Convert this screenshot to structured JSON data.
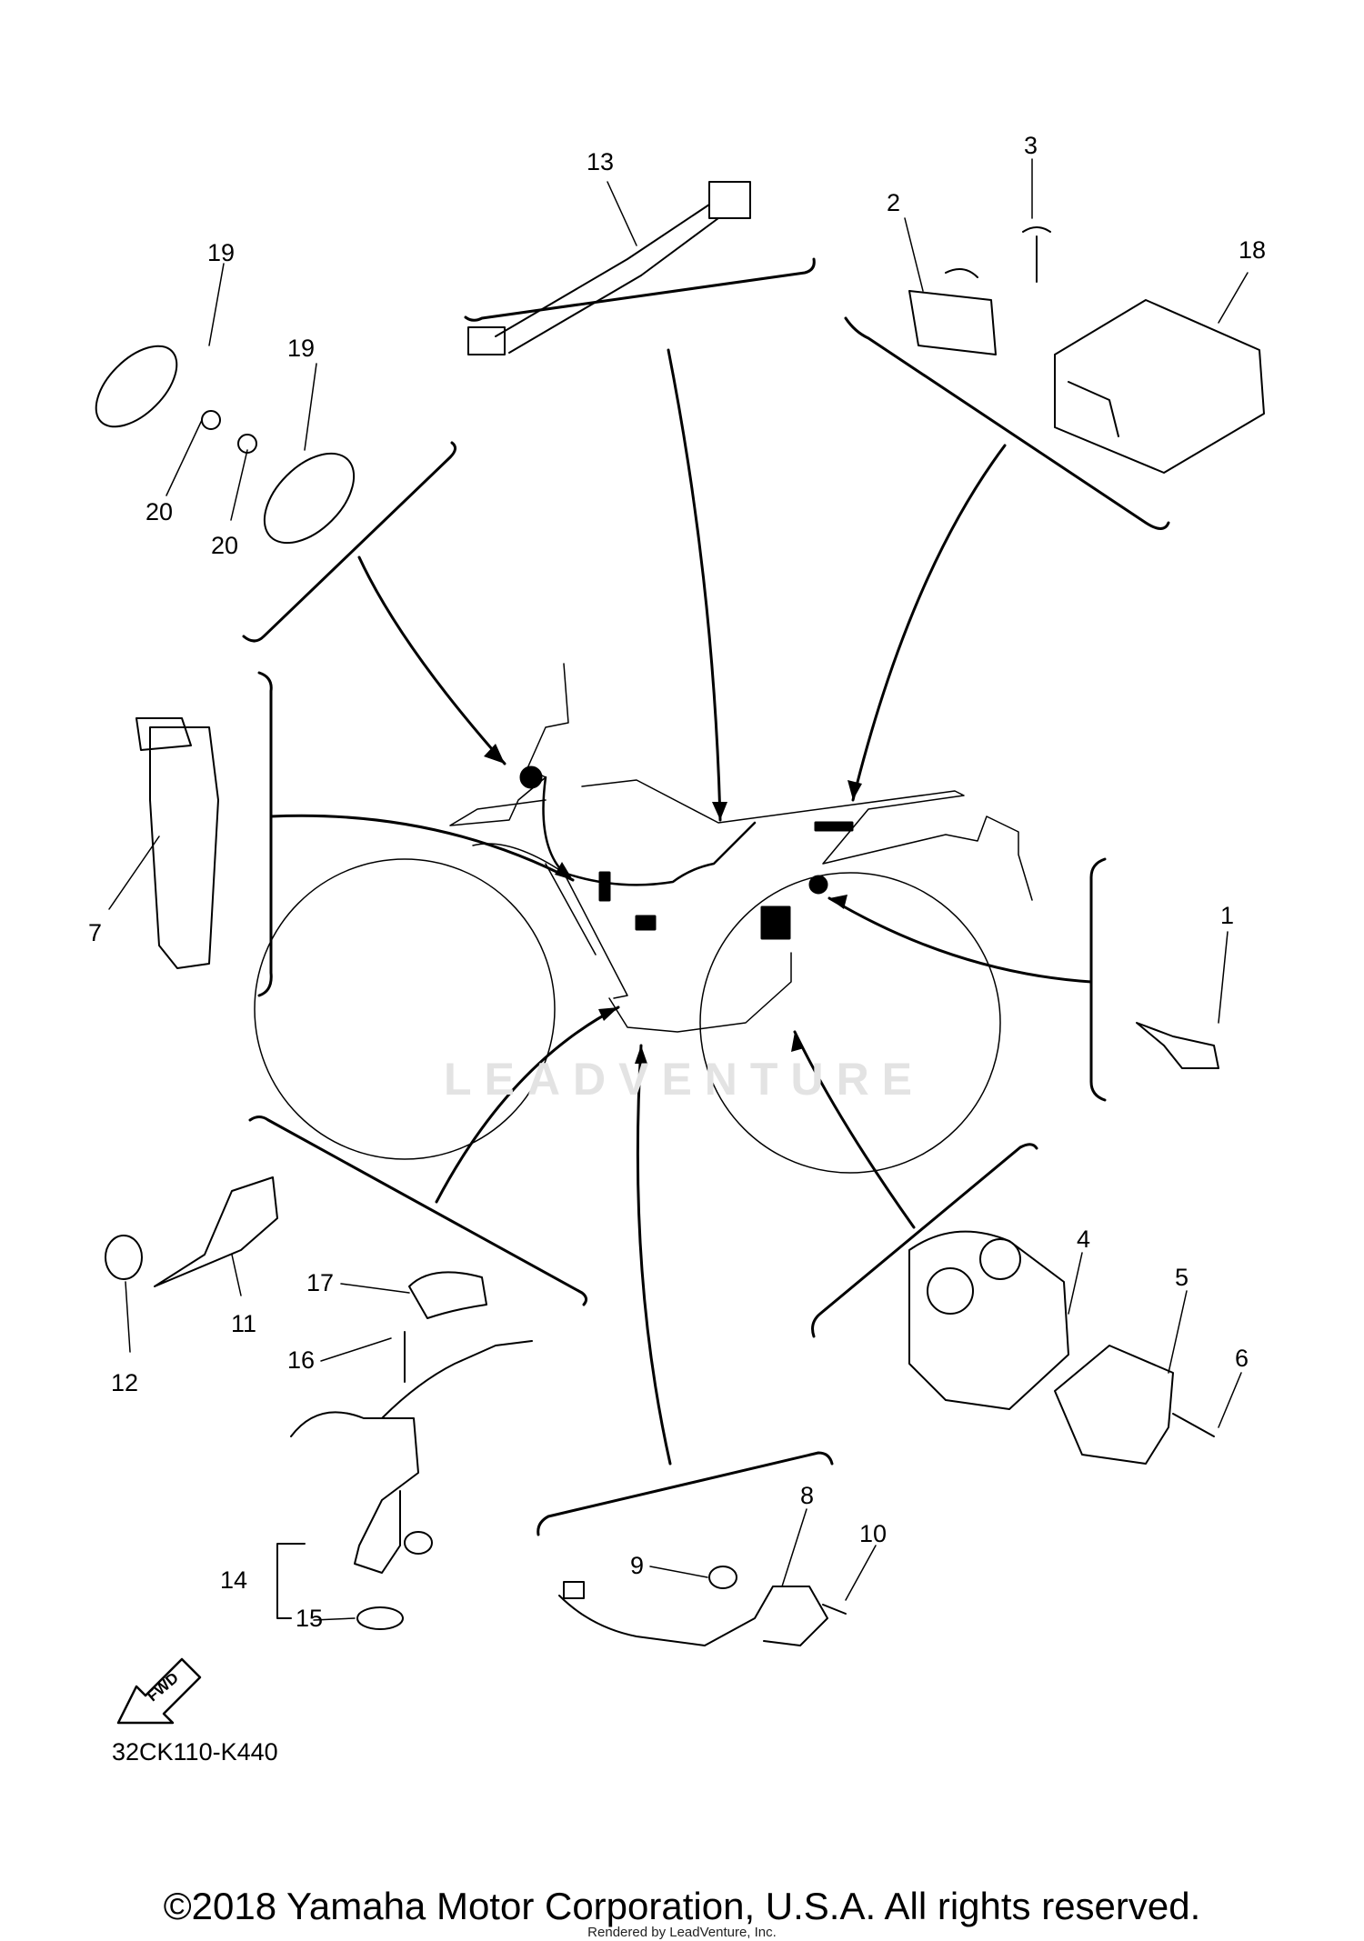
{
  "callouts": {
    "c1": "1",
    "c2": "2",
    "c3": "3",
    "c4": "4",
    "c5": "5",
    "c6": "6",
    "c7": "7",
    "c8": "8",
    "c9": "9",
    "c10": "10",
    "c11": "11",
    "c12": "12",
    "c13": "13",
    "c14": "14",
    "c15": "15",
    "c16": "16",
    "c17": "17",
    "c18": "18",
    "c19a": "19",
    "c19b": "19",
    "c20a": "20",
    "c20b": "20"
  },
  "fwd_label": "FWD",
  "diagram_code": "32CK110-K440",
  "watermark": "LEADVENTURE",
  "copyright": "©2018 Yamaha Motor Corporation, U.S.A. All rights reserved.",
  "rendered_by": "Rendered by LeadVenture, Inc."
}
